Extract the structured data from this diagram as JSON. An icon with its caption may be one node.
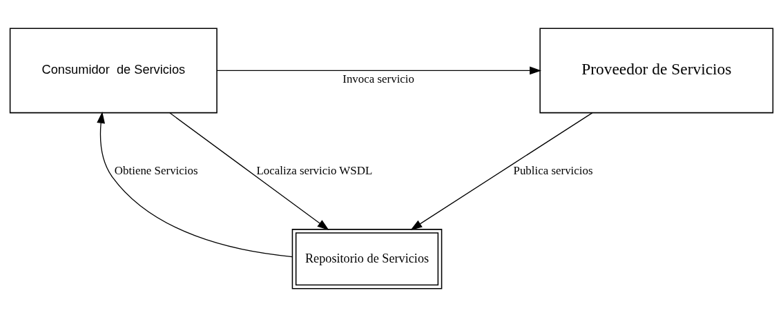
{
  "diagram": {
    "nodes": [
      {
        "text": [
          "Repositorio de Servicios"
        ]
      },
      {
        "text": [
          "Consumidor  de Servicios"
        ]
      },
      {
        "text": [
          "Proveedor de Servicios"
        ]
      }
    ],
    "edges": [
      {
        "from": 1,
        "to": 0,
        "arrow": "to",
        "label": "Localiza servicio WSDL"
      },
      {
        "from": 0,
        "to": 1,
        "arrow": "to",
        "label": "Obtiene Servicios"
      },
      {
        "from": 1,
        "to": 2,
        "arrow": "to",
        "label": "Invoca servicio"
      },
      {
        "from": 2,
        "to": 0,
        "arrow": "to",
        "label": "Publica servicios"
      }
    ]
  }
}
